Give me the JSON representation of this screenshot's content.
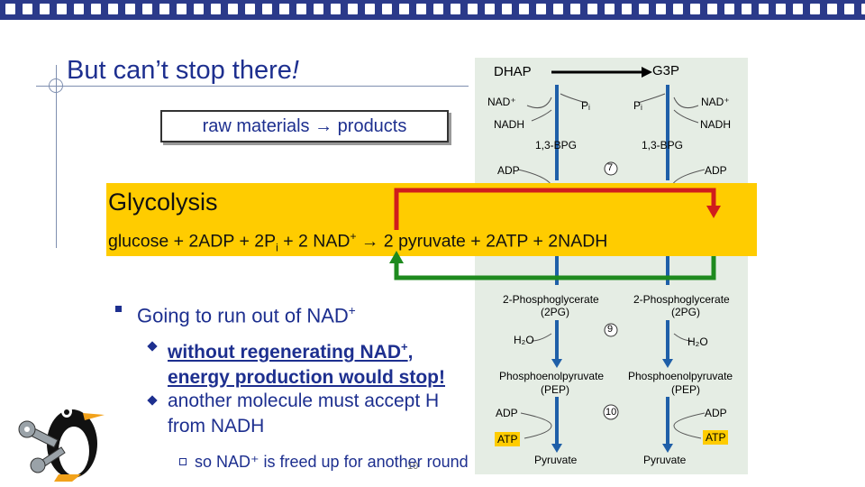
{
  "slide": {
    "title_text": "But can’t stop there",
    "title_bang": "!",
    "raw_left": "raw materials",
    "raw_arrow": "→",
    "raw_right": "products",
    "page_number": "10"
  },
  "pathway": {
    "dhap": "DHAP",
    "g3p": "G3P",
    "nad_left": "NAD⁺",
    "nad_right": "NAD⁺",
    "pi_left": "Pᵢ",
    "pi_right": "Pᵢ",
    "nadh_left": "NADH",
    "nadh_right": "NADH",
    "bpg_left": "1,3-BPG",
    "bpg_right": "1,3-BPG",
    "adp_left_1": "ADP",
    "adp_right_1": "ADP",
    "step7": "7",
    "pg_left": "2-Phosphoglycerate",
    "pg_right": "2-Phosphoglycerate",
    "pg_abbr_left": "(2PG)",
    "pg_abbr_right": "(2PG)",
    "h2o_left": "H₂O",
    "h2o_right": "H₂O",
    "step9": "9",
    "pep_left": "Phosphoenolpyruvate",
    "pep_right": "Phosphoenolpyruvate",
    "pep_abbr_left": "(PEP)",
    "pep_abbr_right": "(PEP)",
    "adp_left_2": "ADP",
    "adp_right_2": "ADP",
    "step10": "10",
    "atp_left": "ATP",
    "atp_right": "ATP",
    "pyr_left": "Pyruvate",
    "pyr_right": "Pyruvate"
  },
  "glycolysis": {
    "heading": "Glycolysis",
    "eq_a": "glucose + 2ADP + 2P",
    "eq_i": "i",
    "eq_b": " + 2 NAD",
    "eq_plus": "+",
    "eq_arrow": "→",
    "eq_c": " 2 pyruvate + 2ATP + 2NADH"
  },
  "bullets": {
    "main": "Going to run out of NAD",
    "main_sup": "+",
    "sub1_a": "without regenerating NAD",
    "sub1_sup": "+",
    "sub1_b": ",",
    "sub1_line2": "energy production would stop!",
    "sub2_line1": "another molecule must accept H",
    "sub2_line2": "from NADH",
    "sub3": "so NAD⁺ is freed up for another round"
  },
  "icons": [
    "penguin-with-wrench-icon",
    "bullet-square-icon",
    "bullet-diamond-icon"
  ],
  "colors": {
    "title": "#1d2f8f",
    "band": "#ffcc00",
    "red_arrow": "#d01c1c",
    "green_arrow": "#1e8a1e",
    "panel": "#e5ede4",
    "pathway_arrow": "#1f5fa8"
  }
}
